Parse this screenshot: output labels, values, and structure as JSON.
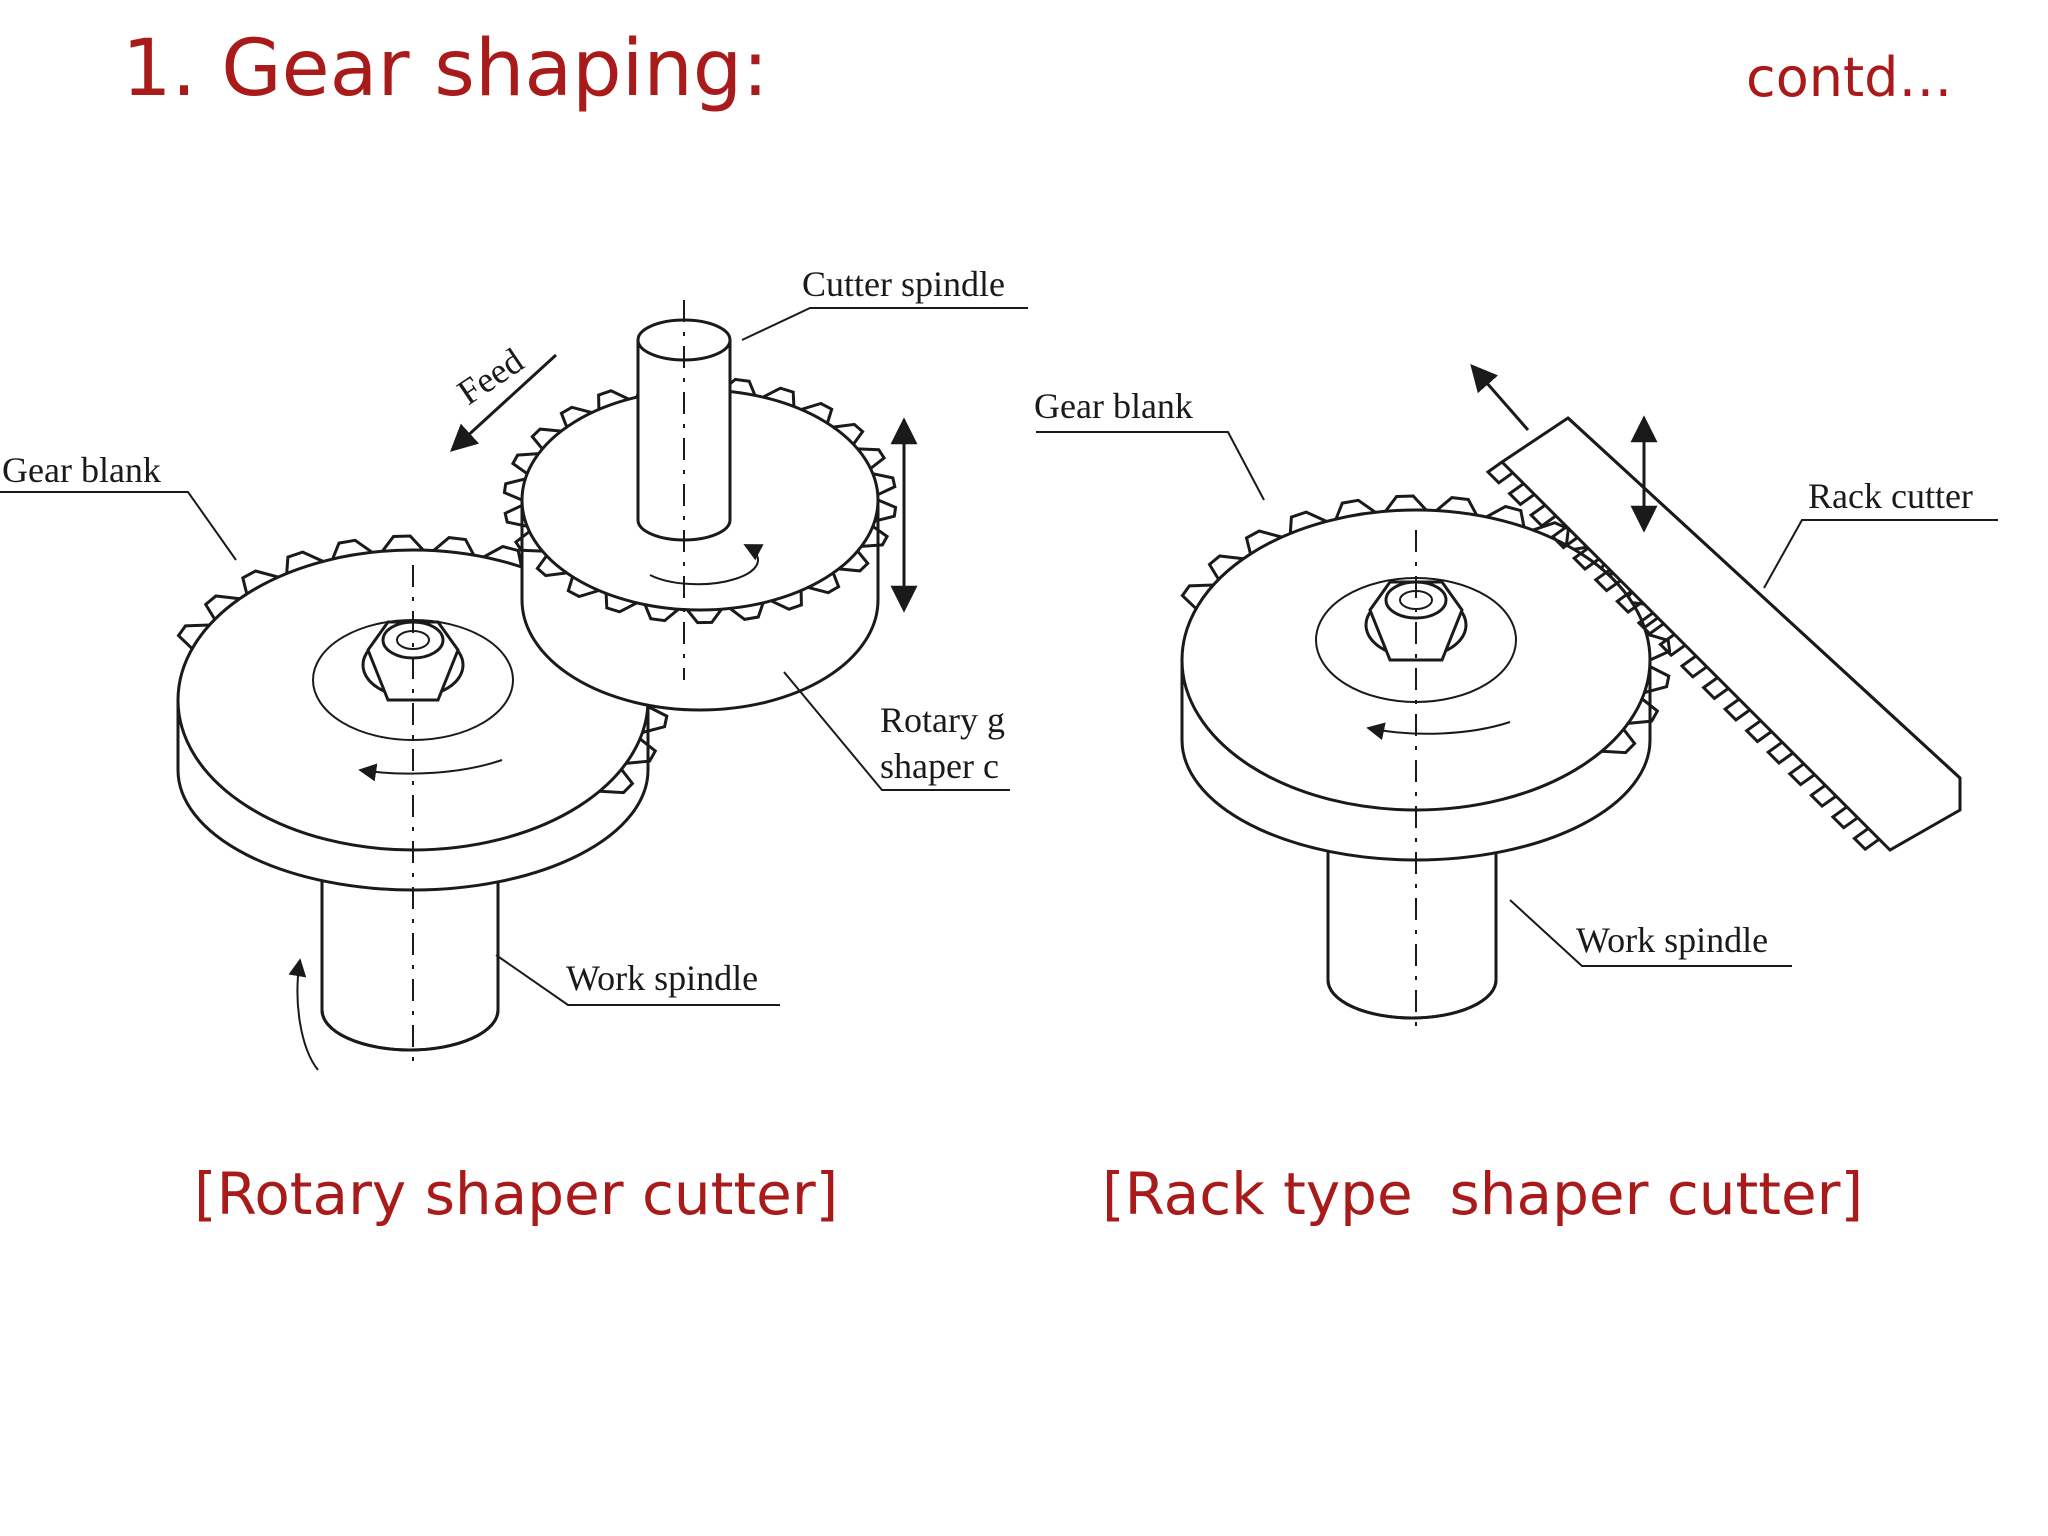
{
  "slide": {
    "title": "1. Gear shaping:",
    "continued_marker": "contd…"
  },
  "figure_left": {
    "caption": "[Rotary shaper cutter]",
    "labels": {
      "cutter_spindle": "Cutter spindle",
      "feed": "Feed",
      "gear_blank": "Gear blank",
      "rotary_cutter_line1": "Rotary g",
      "rotary_cutter_line2": "shaper c",
      "work_spindle": "Work spindle"
    }
  },
  "figure_right": {
    "caption": "[Rack type  shaper cutter]",
    "labels": {
      "gear_blank": "Gear blank",
      "rack_cutter": "Rack cutter",
      "work_spindle": "Work spindle"
    }
  },
  "colors": {
    "accent": "#a91b1b",
    "ink": "#1a1a1a",
    "background": "#ffffff"
  }
}
